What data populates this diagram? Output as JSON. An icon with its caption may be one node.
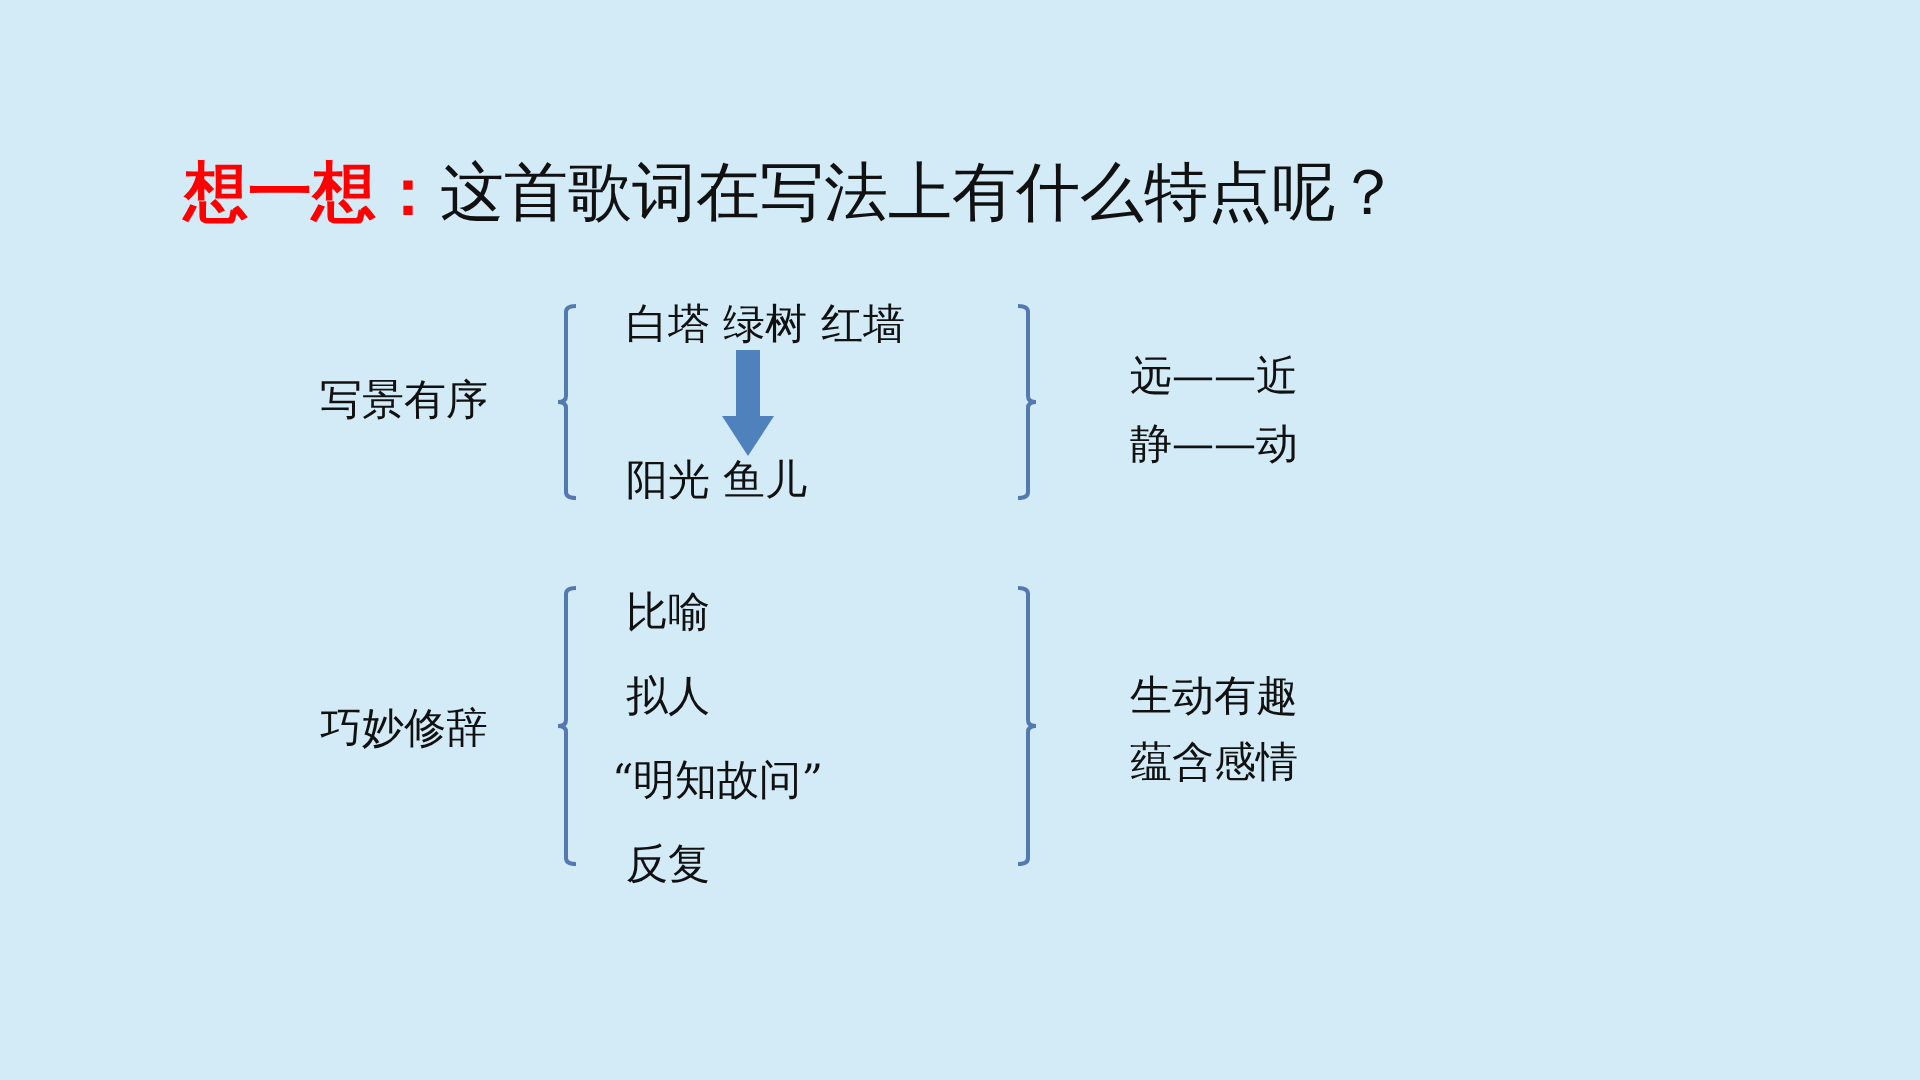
{
  "diagram": {
    "title": "**想一想：**这首歌词在写法上有什么特点呢？",
    "nodes": [
      {
        "text": [
          "白塔 绿树 红墙"
        ]
      },
      {
        "text": [
          "阳光 鱼儿"
        ]
      }
    ],
    "edges": [
      {
        "from": 0,
        "to": 1,
        "arrow": "to"
      }
    ],
    "labels": [
      "写景有序",
      "远——近",
      "静——动",
      "巧妙修辞",
      "比喻",
      "拟人",
      "“明知故问”",
      "反复",
      "生动有趣",
      "蕴含感情"
    ]
  }
}
